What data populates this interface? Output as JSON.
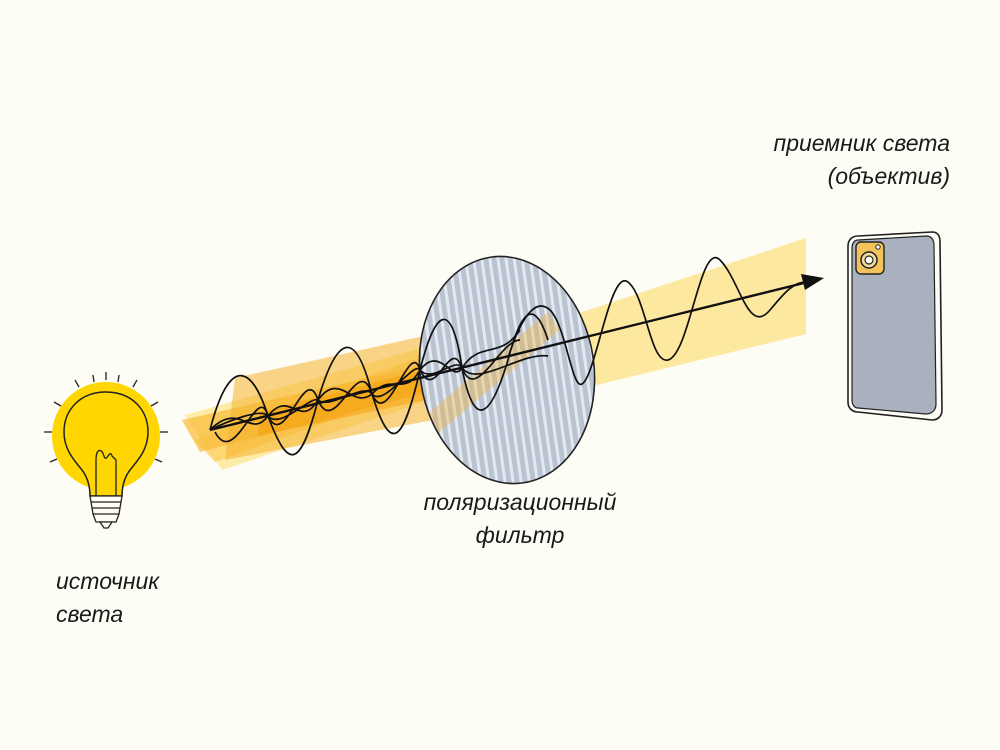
{
  "labels": {
    "source": [
      "источник",
      "света"
    ],
    "filter": [
      "поляризационный",
      "фильтр"
    ],
    "receiver": [
      "приемник света",
      "(объектив)"
    ]
  },
  "icons": {
    "source": "light-bulb-icon",
    "filter": "polarizing-filter-disc-icon",
    "receiver": "smartphone-camera-icon"
  },
  "colors": {
    "background": "#fdfcf5",
    "bulb": "#ffd600",
    "beam_light": "#fde79a",
    "beam_mid": "#fbc84a",
    "beam_dark": "#f6a500",
    "filter_fill": "#b9c3d2",
    "phone_body": "#a9b1be",
    "camera_lens": "#f2c35a",
    "lines": "#111111"
  }
}
